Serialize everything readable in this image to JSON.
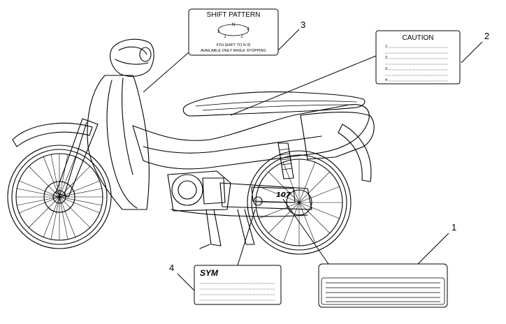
{
  "labels": {
    "shift_pattern": {
      "number": "3",
      "title": "SHIFT PATTERN",
      "neutral": "N",
      "gear_1": "1",
      "gear_2": "2",
      "line1": "4TH SHIFT TO N IS",
      "line2": "AVAILABLE ONLY WHILE STOPPING"
    },
    "caution": {
      "number": "2",
      "title": "CAUTION",
      "items": [
        "1.",
        "2.",
        "3.",
        "4."
      ]
    },
    "brand_label": {
      "number": "4",
      "logo_text": "SYM"
    },
    "blank_label": {
      "number": "1"
    }
  }
}
